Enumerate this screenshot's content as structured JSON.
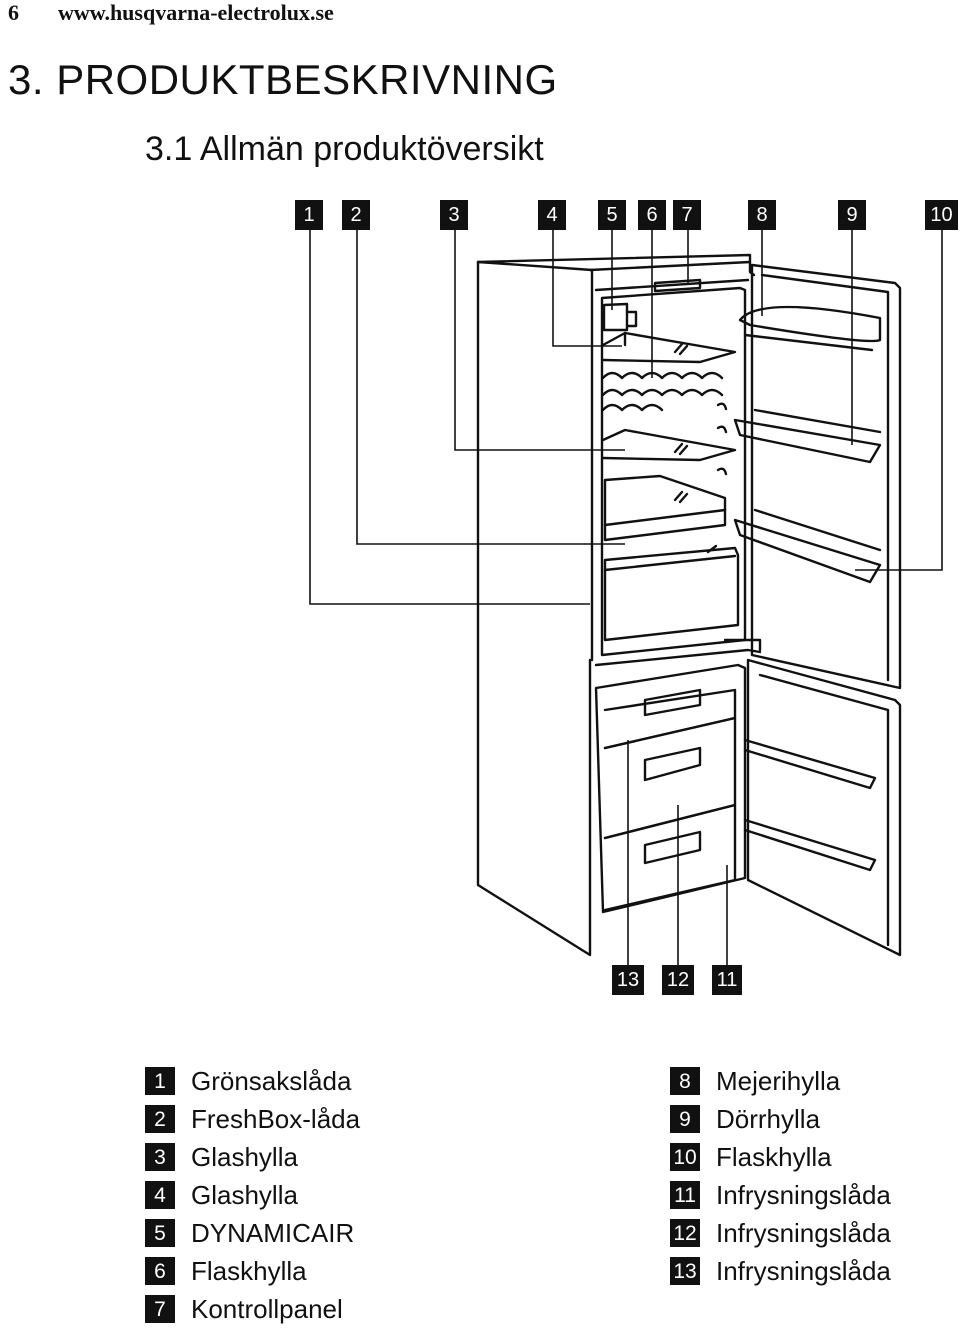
{
  "header": {
    "page_number": "6",
    "website": "www.husqvarna-electrolux.se"
  },
  "section_title": "3. PRODUKTBESKRIVNING",
  "subsection_title": "3.1 Allmän produktöversikt",
  "callouts_top": [
    "1",
    "2",
    "3",
    "4",
    "5",
    "6",
    "7",
    "8",
    "9",
    "10"
  ],
  "callouts_bottom": [
    "13",
    "12",
    "11"
  ],
  "legend_left": [
    {
      "num": "1",
      "label": "Grönsakslåda"
    },
    {
      "num": "2",
      "label": "FreshBox-låda"
    },
    {
      "num": "3",
      "label": "Glashylla"
    },
    {
      "num": "4",
      "label": "Glashylla"
    },
    {
      "num": "5",
      "label": "DYNAMICAIR"
    },
    {
      "num": "6",
      "label": "Flaskhylla"
    },
    {
      "num": "7",
      "label": "Kontrollpanel"
    }
  ],
  "legend_right": [
    {
      "num": "8",
      "label": "Mejerihylla"
    },
    {
      "num": "9",
      "label": "Dörrhylla"
    },
    {
      "num": "10",
      "label": "Flaskhylla"
    },
    {
      "num": "11",
      "label": "Infrysningslåda"
    },
    {
      "num": "12",
      "label": "Infrysningslåda"
    },
    {
      "num": "13",
      "label": "Infrysningslåda"
    }
  ]
}
